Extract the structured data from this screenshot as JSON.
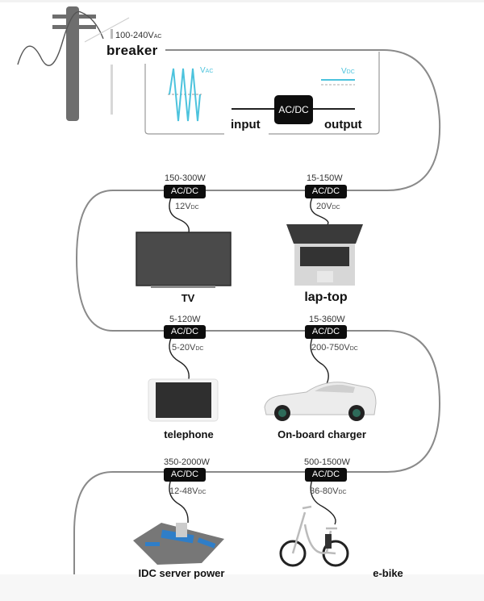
{
  "title": "AC/DC power adapter applications",
  "source": {
    "voltage_label": "100-240V",
    "voltage_sub": "AC",
    "breaker_label": "breaker"
  },
  "converter_inset": {
    "input_label": "input",
    "output_label": "output",
    "converter_label": "AC/DC",
    "vac_label": "V",
    "vac_sub": "AC",
    "vdc_label": "V",
    "vdc_sub": "DC",
    "colors": {
      "waveform": "#4cc3dd",
      "dc_line": "#4cc3dd"
    }
  },
  "adapter_label": "AC/DC",
  "devices": [
    {
      "name": "TV",
      "power": "150-300W",
      "output_voltage": "12V",
      "voltage_type": "DC"
    },
    {
      "name": "lap-top",
      "power": "15-150W",
      "output_voltage": "20V",
      "voltage_type": "DC"
    },
    {
      "name": "telephone",
      "power": "5-120W",
      "output_voltage": "5-20V",
      "voltage_type": "DC"
    },
    {
      "name": "On-board charger",
      "power": "15-360W",
      "output_voltage": "200-750V",
      "voltage_type": "DC"
    },
    {
      "name": "IDC server power",
      "power": "350-2000W",
      "output_voltage": "12-48V",
      "voltage_type": "DC"
    },
    {
      "name": "e-bike",
      "power": "500-1500W",
      "output_voltage": "36-80V",
      "voltage_type": "DC"
    }
  ],
  "colors": {
    "wire": "#8a8a8a",
    "pole": "#6e6e6e",
    "adapter_box": "#0d0d0d",
    "accent": "#4cc3dd"
  }
}
